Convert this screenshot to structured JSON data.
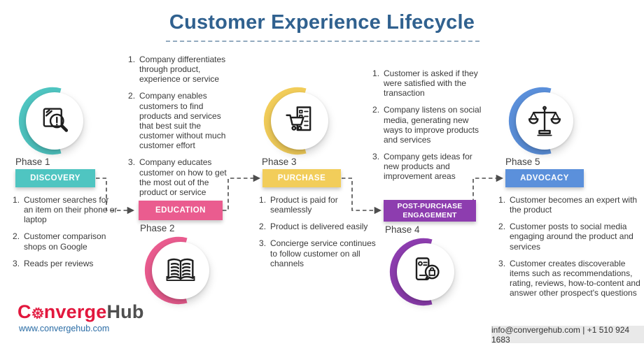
{
  "title": "Customer Experience Lifecycle",
  "phases": [
    {
      "label": "Phase 1",
      "banner": "DISCOVERY",
      "color": "#4fc5c1",
      "icon": "search-magnifier-icon",
      "items": [
        "Customer searches for an item on their phone or laptop",
        "Customer comparison shops on Google",
        "Reads per reviews"
      ]
    },
    {
      "label": "Phase 2",
      "banner": "EDUCATION",
      "color": "#ea5c8f",
      "icon": "open-book-icon",
      "items": [
        "Company differentiates through product, experience or service",
        "Company enables customers to find products and services that best suit the customer without much customer effort",
        "Company educates customer on how to get the most out of the product or service"
      ]
    },
    {
      "label": "Phase 3",
      "banner": "PURCHASE",
      "color": "#f2cd5a",
      "icon": "shopping-cart-checkout-icon",
      "items": [
        "Product is paid for seamlessly",
        "Product is delivered easily",
        "Concierge service continues to follow customer on all channels"
      ]
    },
    {
      "label": "Phase 4",
      "banner": "POST-PURCHASE ENGAGEMENT",
      "color": "#8d3daf",
      "icon": "phone-shopping-bubble-icon",
      "items": [
        "Customer is asked if they were satisfied with the transaction",
        "Company listens on social media, generating new ways to improve products and services",
        "Company gets ideas for new products and improvement areas"
      ]
    },
    {
      "label": "Phase 5",
      "banner": "ADVOCACY",
      "color": "#5b90db",
      "icon": "balance-scale-icon",
      "items": [
        "Customer becomes an expert with the product",
        "Customer posts to social media engaging around the product and services",
        "Customer creates discoverable items such as recommendations, rating, reviews, how-to-content and answer other prospect's questions"
      ]
    }
  ],
  "footer": {
    "brand_part1": "C",
    "brand_part2": "nverge",
    "brand_part3": "Hub",
    "brand_red": "#e2173d",
    "brand_gray": "#4f4f4f",
    "website": "www.convergehub.com",
    "contact": "info@convergehub.com | +1 510 924 1683"
  },
  "style": {
    "title_color": "#30618f"
  }
}
